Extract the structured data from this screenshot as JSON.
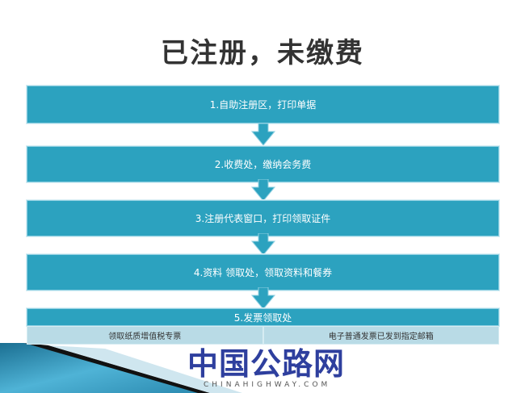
{
  "title": "已注册，未缴费",
  "steps": [
    {
      "label": "1.自助注册区，打印单据"
    },
    {
      "label": "2.收费处，缴纳会务费"
    },
    {
      "label": "3.注册代表窗口，打印领取证件"
    },
    {
      "label": "4.资料 领取处，领取资料和餐券"
    },
    {
      "label": "5.发票领取处"
    }
  ],
  "invoice_options": [
    "领取纸质增值税专票",
    "电子普通发票已发到指定邮箱"
  ],
  "logo": {
    "cn": "中国公路网",
    "en": "CHINAHIGHWAY.COM"
  },
  "colors": {
    "step": "#2ca2bf",
    "sub": "#b9dbe6",
    "logo": "#2e3f9e"
  }
}
